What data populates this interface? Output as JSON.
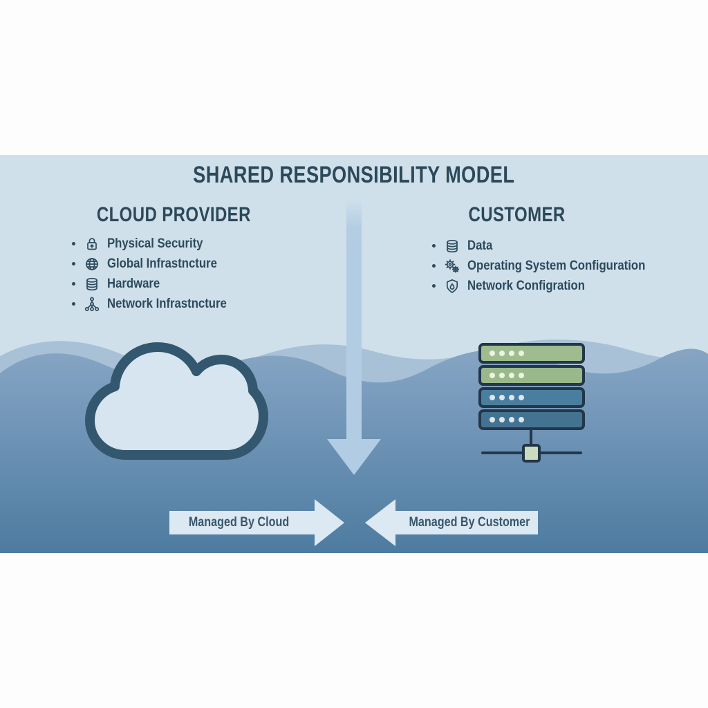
{
  "title": "SHARED RESPONSIBILITY MODEL",
  "columns": {
    "provider": {
      "heading": "CLOUD PROVIDER",
      "items": [
        {
          "label": "Physical Security",
          "icon": "lock-icon"
        },
        {
          "label": "Global Infrastncture",
          "icon": "globe-icon"
        },
        {
          "label": "Hardware",
          "icon": "database-icon"
        },
        {
          "label": "Network Infrastncture",
          "icon": "network-icon"
        }
      ]
    },
    "customer": {
      "heading": "CUSTOMER",
      "items": [
        {
          "label": "Data",
          "icon": "database-icon"
        },
        {
          "label": "Operating System Configuration",
          "icon": "gears-icon"
        },
        {
          "label": "Network Configration",
          "icon": "shield-icon"
        }
      ]
    }
  },
  "banners": {
    "managed_by_cloud": "Managed By Cloud",
    "managed_by_customer": "Managed By Customer"
  },
  "art": {
    "left": "cloud-icon",
    "right": "server-stack-icon",
    "center": "down-arrow"
  },
  "colors": {
    "background_light": "#cfe0ea",
    "wave_mid": "#84a3c2",
    "wave_back": "#a8c1d7",
    "wave_deep": "#4d7ba0",
    "ink": "#2d4a5c",
    "flow_arrow": "#b2cce3",
    "banner_fill": "#dce9f3",
    "server_green": "#9fbc8f",
    "server_blue": "#4a7e9e",
    "cloud_fill": "#d6e5f0"
  }
}
